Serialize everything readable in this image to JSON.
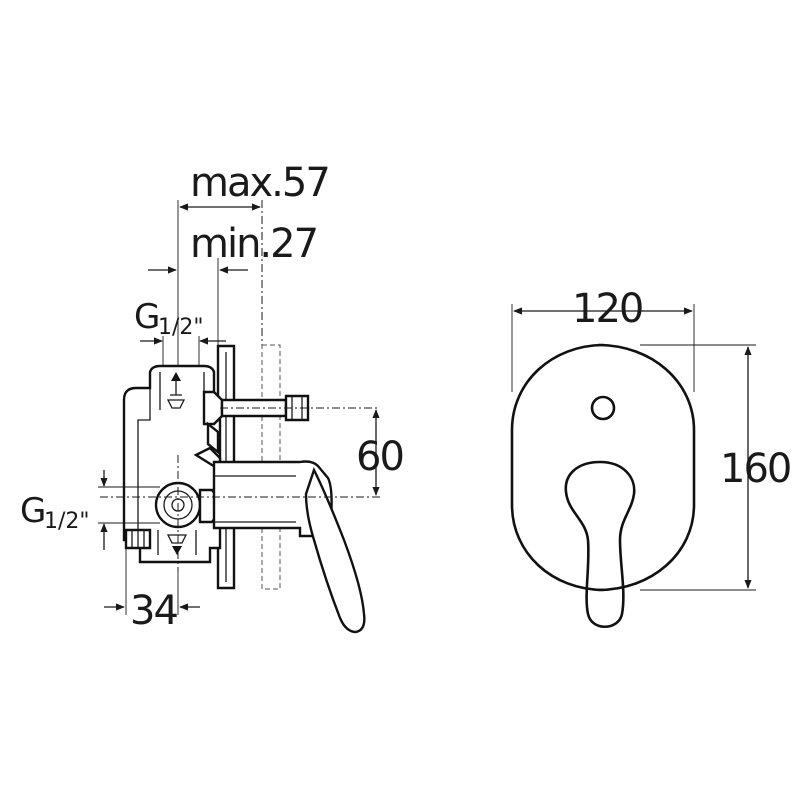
{
  "dimensions": {
    "max_depth": "max.57",
    "min_depth": "min.27",
    "thread_top_main": "G",
    "thread_top_frac": "1/2\"",
    "thread_side_main": "G",
    "thread_side_frac": "1/2\"",
    "outlet_spacing": "60",
    "body_width": "34",
    "plate_width": "120",
    "plate_height": "160"
  }
}
